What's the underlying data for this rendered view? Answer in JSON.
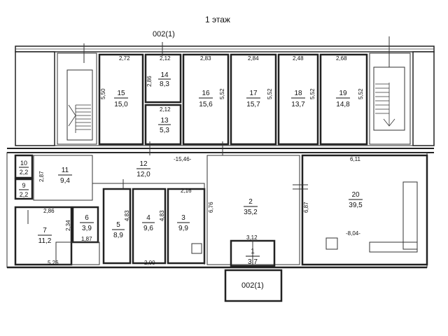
{
  "title": "1 этаж",
  "labels": {
    "door_top": "002(1)",
    "door_bottom": "002(1)"
  },
  "rooms": [
    {
      "id": "15",
      "area": "15,0"
    },
    {
      "id": "14",
      "area": "8,3"
    },
    {
      "id": "13",
      "area": "5,3"
    },
    {
      "id": "16",
      "area": "15,6"
    },
    {
      "id": "17",
      "area": "15,7"
    },
    {
      "id": "18",
      "area": "13,7"
    },
    {
      "id": "19",
      "area": "14,8"
    },
    {
      "id": "10",
      "area": "2,2"
    },
    {
      "id": "9",
      "area": "2,2"
    },
    {
      "id": "11",
      "area": "9,4"
    },
    {
      "id": "12",
      "area": "12,0"
    },
    {
      "id": "7",
      "area": "11,2"
    },
    {
      "id": "6",
      "area": "3,9"
    },
    {
      "id": "5",
      "area": "8,9"
    },
    {
      "id": "4",
      "area": "9,6"
    },
    {
      "id": "3",
      "area": "9,9"
    },
    {
      "id": "2",
      "area": "35,2"
    },
    {
      "id": "1",
      "area": "3,7"
    },
    {
      "id": "20",
      "area": "39,5"
    }
  ],
  "dims": {
    "d272": "2,72",
    "d212a": "2,12",
    "d283": "2,83",
    "d284": "2,84",
    "d248": "2,48",
    "d268": "2,68",
    "d550": "5,50",
    "d286": "2,86",
    "d552a": "5,52",
    "d552b": "5,52",
    "d552c": "5,52",
    "d552d": "5,52",
    "d212b": "2,12",
    "d1546": "-15,46-",
    "d611": "6,11",
    "d287": "2,87",
    "d216": "2,16",
    "d286b": "2,86",
    "d234": "2,34",
    "d187": "1,87",
    "d483a": "4,83",
    "d483b": "4,83",
    "d676": "6,76",
    "d687": "6,87",
    "d804": "-8,04-",
    "d312": "3,12",
    "d526": "5,26",
    "d200": "2,00"
  }
}
